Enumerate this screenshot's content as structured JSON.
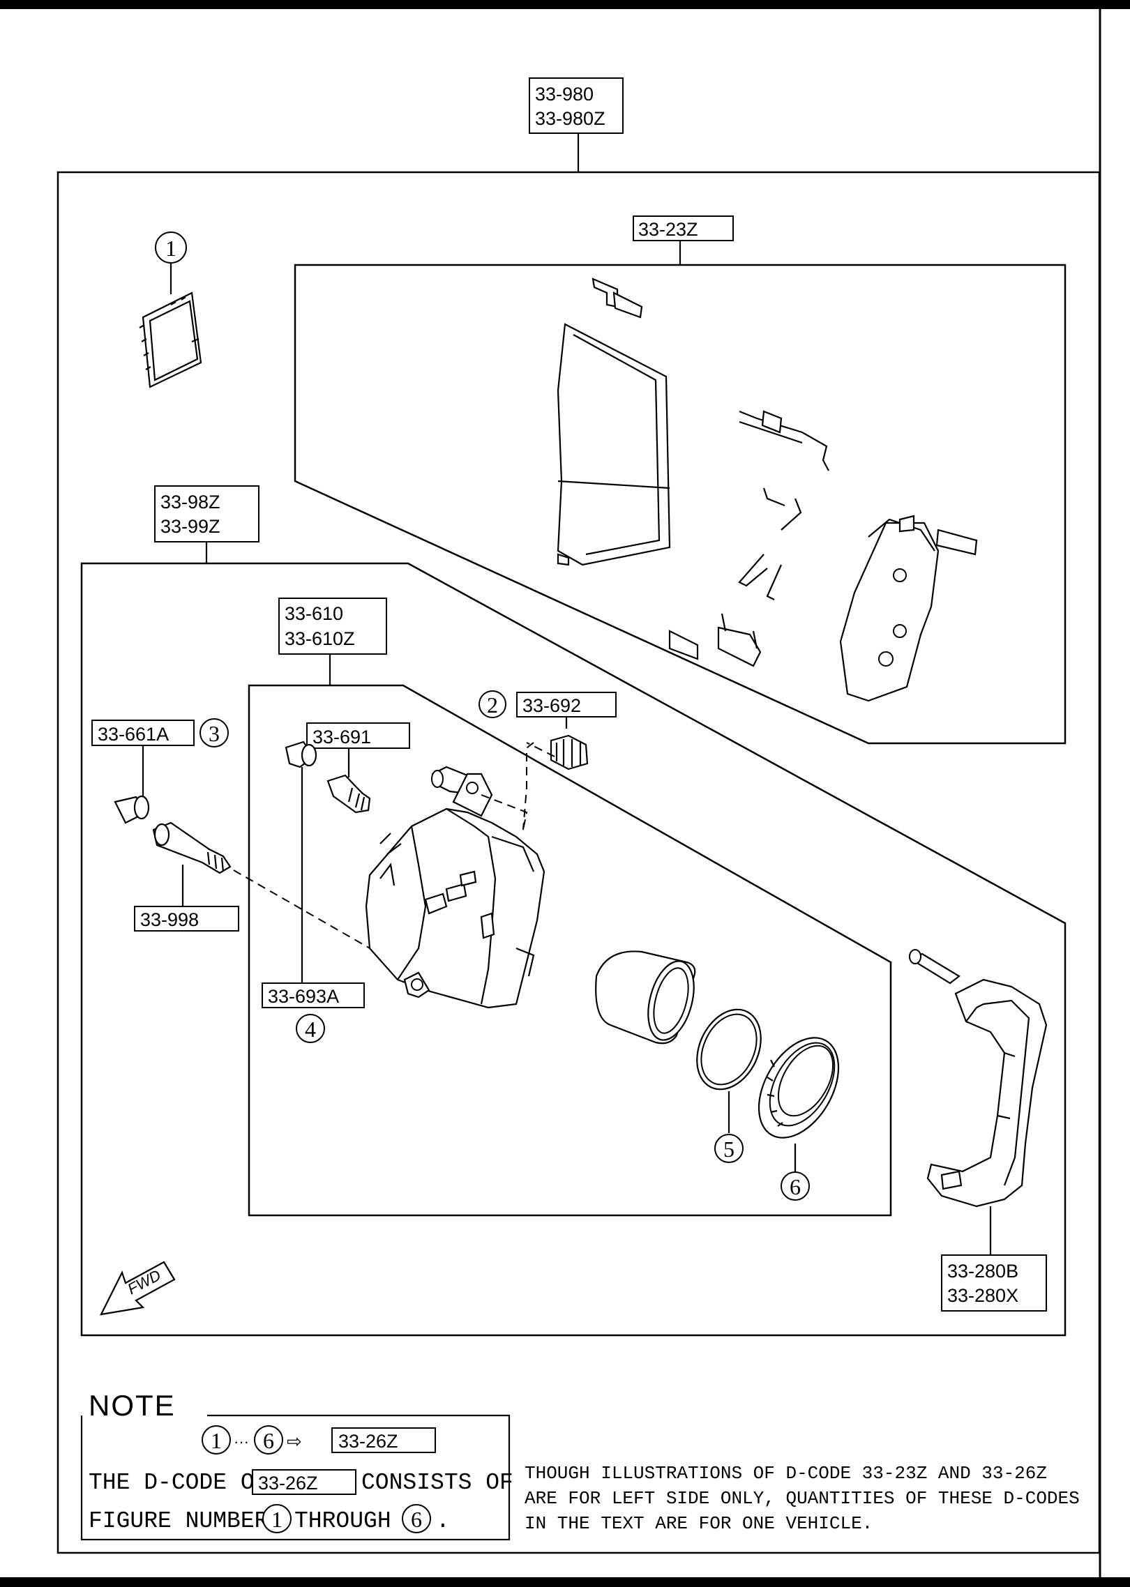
{
  "parts": {
    "kit_top": [
      "33-980",
      "33-980Z"
    ],
    "pad_set": "33-23Z",
    "caliper_assy": [
      "33-98Z",
      "33-99Z"
    ],
    "caliper_body": [
      "33-610",
      "33-610Z"
    ],
    "bleeder_cap": "33-692",
    "guide_pin_boot": "33-661A",
    "bleeder_screw": "33-691",
    "guide_pin": "33-998",
    "boot": "33-693A",
    "mounting_support": [
      "33-280B",
      "33-280X"
    ]
  },
  "figure_numbers": {
    "f1": "1",
    "f2": "2",
    "f3": "3",
    "f4": "4",
    "f5": "5",
    "f6": "6"
  },
  "direction_marker": "FWD",
  "note": {
    "title": "NOTE",
    "range_code": "33-26Z",
    "ellipsis": "···",
    "arrow": "⇨",
    "line2_prefix": "THE D-CODE OF",
    "line2_code": "33-26Z",
    "line2_suffix": "CONSISTS OF",
    "line3_prefix": "FIGURE NUMBERS",
    "line3_mid": "THROUGH",
    "line3_end": ".",
    "side_text": [
      "THOUGH ILLUSTRATIONS OF D-CODE 33-23Z AND 33-26Z",
      "ARE FOR LEFT SIDE ONLY, QUANTITIES OF THESE D-CODES",
      "IN THE TEXT ARE FOR ONE VEHICLE."
    ]
  }
}
